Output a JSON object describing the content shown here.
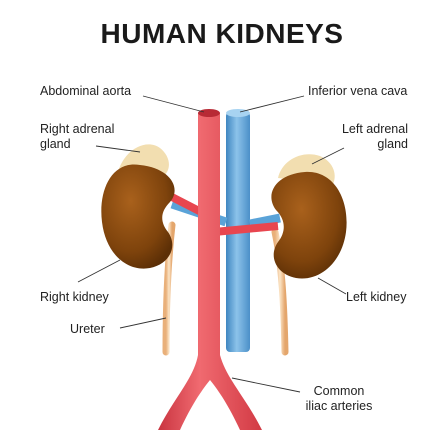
{
  "title": "HUMAN KIDNEYS",
  "labels": {
    "abdominal_aorta": "Abdominal aorta",
    "inferior_vena_cava": "Inferior vena cava",
    "right_adrenal_gland": "Right adrenal\ngland",
    "left_adrenal_gland": "Left adrenal\ngland",
    "right_kidney": "Right kidney",
    "left_kidney": "Left kidney",
    "ureter": "Ureter",
    "common_iliac_arteries": "Common\niliac arteries"
  },
  "colors": {
    "artery": "#e8464f",
    "vein": "#5aa3d8",
    "kidney": "#8a4a0e",
    "adrenal": "#f2deb0",
    "ureter": "#f1c79a"
  }
}
